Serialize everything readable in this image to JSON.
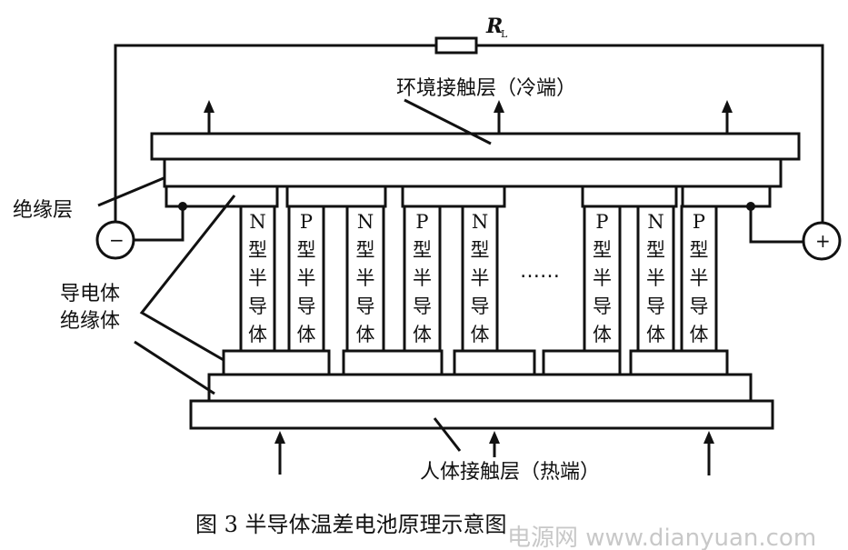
{
  "figure": {
    "caption": "图 3  半导体温差电池原理示意图",
    "watermark": "电源网 www.dianyuan.com"
  },
  "circuit": {
    "resistor_label": "R",
    "resistor_subscript": "L",
    "negative_terminal": "−",
    "positive_terminal": "+"
  },
  "labels": {
    "cold_layer": "环境接触层（冷端）",
    "hot_layer": "人体接触层（热端）",
    "insulation_layer": "绝缘层",
    "conductor": "导电体",
    "insulator": "绝缘体",
    "ellipsis": "……"
  },
  "legs": [
    {
      "type": "N",
      "label": [
        "N",
        "型",
        "半",
        "导",
        "体"
      ]
    },
    {
      "type": "P",
      "label": [
        "P",
        "型",
        "半",
        "导",
        "体"
      ]
    },
    {
      "type": "N",
      "label": [
        "N",
        "型",
        "半",
        "导",
        "体"
      ]
    },
    {
      "type": "P",
      "label": [
        "P",
        "型",
        "半",
        "导",
        "体"
      ]
    },
    {
      "type": "N",
      "label": [
        "N",
        "型",
        "半",
        "导",
        "体"
      ]
    },
    {
      "type": "P",
      "label": [
        "P",
        "型",
        "半",
        "导",
        "体"
      ]
    },
    {
      "type": "N",
      "label": [
        "N",
        "型",
        "半",
        "导",
        "体"
      ]
    },
    {
      "type": "P",
      "label": [
        "P",
        "型",
        "半",
        "导",
        "体"
      ]
    }
  ],
  "heat_flow": {
    "cold_side_arrows": 3,
    "hot_side_arrows": 3
  }
}
